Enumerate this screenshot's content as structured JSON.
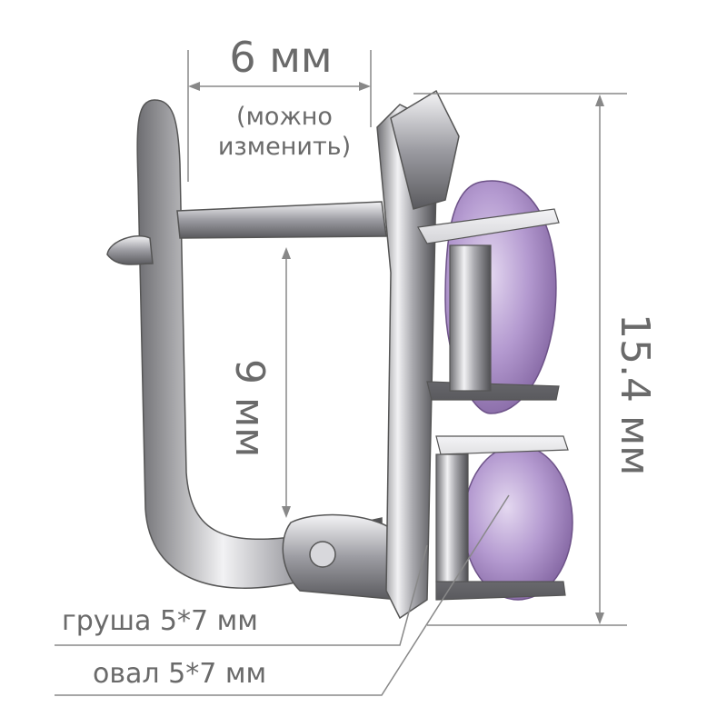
{
  "dimensions": {
    "width_label": "6 мм",
    "width_note": "(можно изменить)",
    "inner_height_label": "9 мм",
    "total_height_label": "15.4 мм"
  },
  "stones": {
    "pear_label": "груша 5*7 мм",
    "oval_label": "овал 5*7 мм",
    "stone_color": "#b49ad0"
  },
  "colors": {
    "text": "#6a6a6a",
    "lines": "#888888"
  }
}
